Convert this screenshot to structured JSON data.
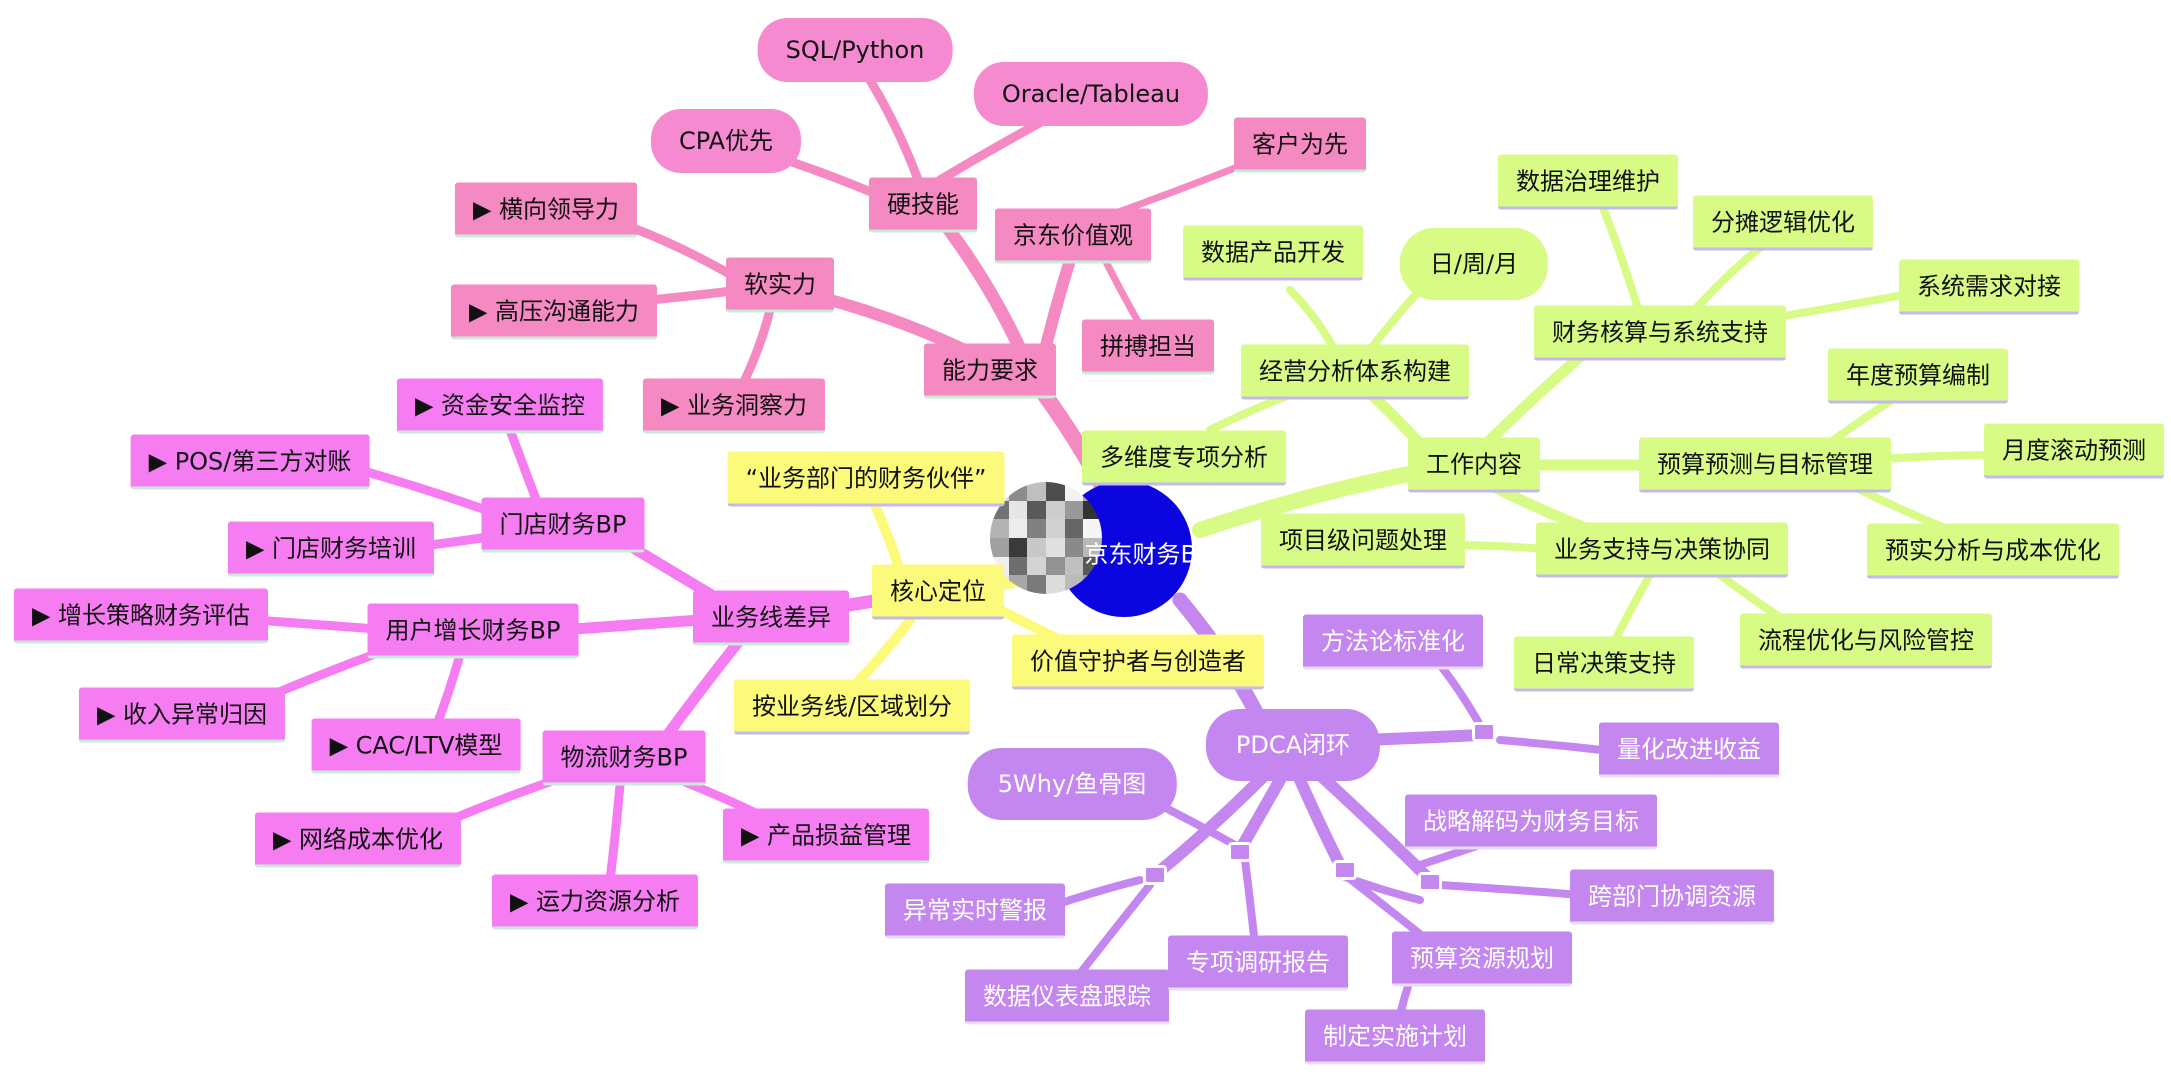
{
  "center": {
    "label": "京东财务BP",
    "color": "#0b06e0"
  },
  "branches": {
    "ability": {
      "label": "能力要求",
      "hard_skills": {
        "label": "硬技能",
        "items": [
          "SQL/Python",
          "Oracle/Tableau",
          "CPA优先"
        ]
      },
      "values": {
        "label": "京东价值观",
        "items": [
          "客户为先",
          "拼搏担当"
        ]
      },
      "soft_skills": {
        "label": "软实力",
        "items": [
          "▶ 横向领导力",
          "▶ 高压沟通能力",
          "▶ 业务洞察力"
        ]
      }
    },
    "work": {
      "label": "工作内容",
      "analysis": {
        "label": "经营分析体系构建",
        "items": [
          "数据产品开发",
          "日/周/月",
          "多维度专项分析"
        ]
      },
      "accounting": {
        "label": "财务核算与系统支持",
        "items": [
          "数据治理维护",
          "分摊逻辑优化",
          "系统需求对接"
        ]
      },
      "budget": {
        "label": "预算预测与目标管理",
        "items": [
          "年度预算编制",
          "月度滚动预测",
          "预实分析与成本优化"
        ]
      },
      "support": {
        "label": "业务支持与决策协同",
        "items": [
          "项目级问题处理",
          "日常决策支持",
          "流程优化与风险管控"
        ]
      }
    },
    "position": {
      "label": "核心定位",
      "items": [
        "“业务部门的财务伙伴”",
        "价值守护者与创造者",
        "按业务线/区域划分"
      ]
    },
    "business_lines": {
      "label": "业务线差异",
      "store": {
        "label": "门店财务BP",
        "items": [
          "▶ 资金安全监控",
          "▶ POS/第三方对账",
          "▶ 门店财务培训"
        ]
      },
      "growth": {
        "label": "用户增长财务BP",
        "items": [
          "▶ 增长策略财务评估",
          "▶ 收入异常归因",
          "▶ CAC/LTV模型"
        ]
      },
      "logistics": {
        "label": "物流财务BP",
        "items": [
          "▶ 网络成本优化",
          "▶ 运力资源分析",
          "▶ 产品损益管理"
        ]
      }
    },
    "pdca": {
      "label": "PDCA闭环",
      "act": [
        "方法论标准化",
        "量化改进收益"
      ],
      "check": [
        "异常实时警报",
        "数据仪表盘跟踪"
      ],
      "do": [
        "5Why/鱼骨图",
        "专项调研报告"
      ],
      "plan": [
        "制定实施计划",
        "预算资源规划"
      ],
      "strategy": [
        "战略解码为财务目标",
        "跨部门协调资源"
      ]
    }
  },
  "colors": {
    "ability": "#f589c2",
    "work": "#d8fb86",
    "position": "#fcfa7a",
    "business_lines": "#f57cf1",
    "pdca": "#c487ef"
  }
}
